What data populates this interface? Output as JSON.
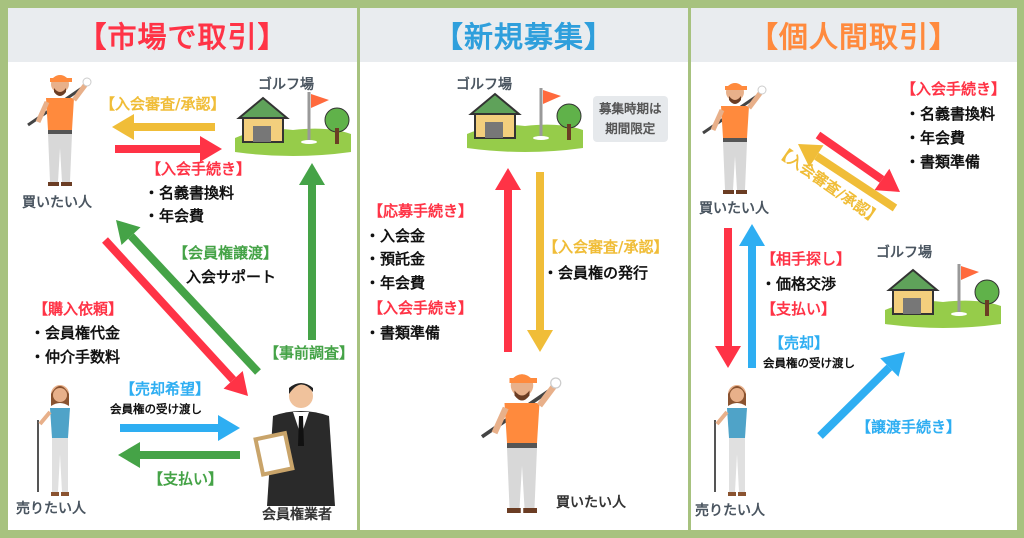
{
  "colors": {
    "frame": "#a7c27f",
    "header_bg": "#e9ecef",
    "red": "#ff3346",
    "yellow": "#f0bd38",
    "green": "#45a347",
    "blue": "#2eaef2",
    "orange": "#ff8a3d",
    "title_blue": "#2f9fdc"
  },
  "panels": [
    {
      "title": "【市場で取引】",
      "buyer": "買いたい人",
      "course": "ゴルフ場",
      "seller": "売りたい人",
      "broker": "会員権業者",
      "review": "【入会審査/承認】",
      "procedure": "【入会手続き】",
      "procedure_items": [
        "・名義書換料",
        "・年会費"
      ],
      "transfer": "【会員権譲渡】",
      "transfer_item": "入会サポート",
      "survey": "【事前調査】",
      "purchase_request": "【購入依頼】",
      "purchase_items": [
        "・会員権代金",
        "・仲介手数料"
      ],
      "sell_request": "【売却希望】",
      "handover": "会員権の受け渡し",
      "payment": "【支払い】"
    },
    {
      "title": "【新規募集】",
      "course": "ゴルフ場",
      "note_lines": [
        "募集時期は",
        "期間限定"
      ],
      "apply": "【応募手続き】",
      "apply_items": [
        "・入会金",
        "・預託金",
        "・年会費"
      ],
      "procedure": "【入会手続き】",
      "procedure_items": [
        "・書類準備"
      ],
      "review": "【入会審査/承認】",
      "review_items": [
        "・会員権の発行"
      ],
      "buyer": "買いたい人"
    },
    {
      "title": "【個人間取引】",
      "buyer": "買いたい人",
      "seller": "売りたい人",
      "course": "ゴルフ場",
      "procedure": "【入会手続き】",
      "procedure_items": [
        "・名義書換料",
        "・年会費",
        "・書類準備"
      ],
      "review": "【入会審査/承認】",
      "search": "【相手探し】",
      "search_items": [
        "・価格交渉"
      ],
      "payment": "【支払い】",
      "sale": "【売却】",
      "handover": "会員権の受け渡し",
      "transfer_procedure": "【譲渡手続き】"
    }
  ]
}
